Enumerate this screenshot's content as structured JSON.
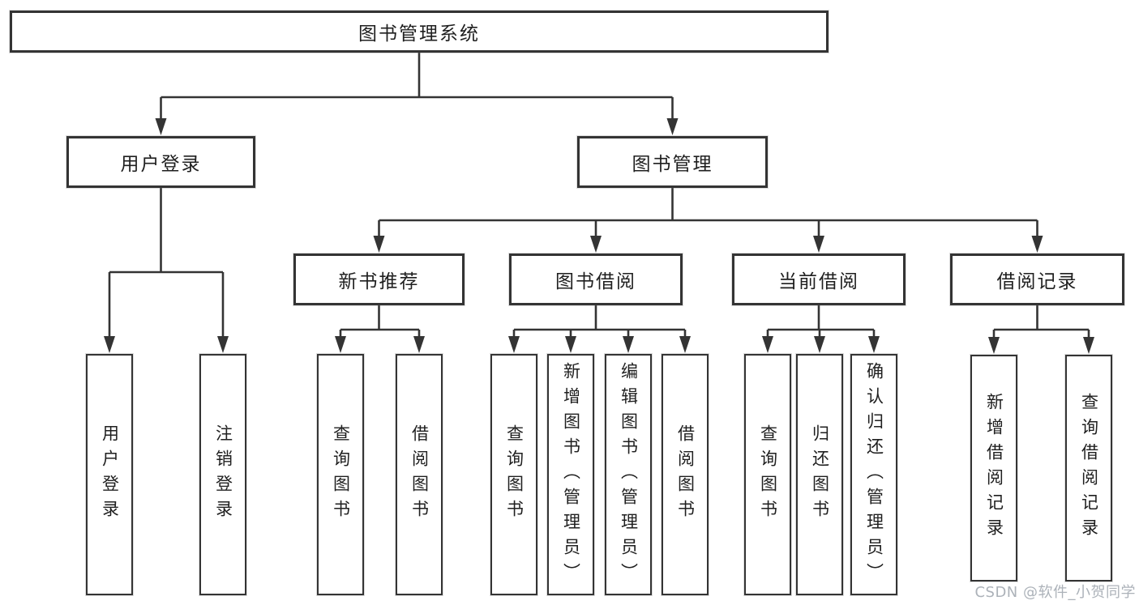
{
  "diagram": {
    "title": "图书管理系统",
    "nodes": [
      {
        "id": "root",
        "label": "图书管理系统",
        "parent": null
      },
      {
        "id": "user-login",
        "label": "用户登录",
        "parent": "root"
      },
      {
        "id": "book-mgmt",
        "label": "图书管理",
        "parent": "root"
      },
      {
        "id": "new-book-rec",
        "label": "新书推荐",
        "parent": "book-mgmt"
      },
      {
        "id": "book-borrowing",
        "label": "图书借阅",
        "parent": "book-mgmt"
      },
      {
        "id": "current-borrowing",
        "label": "当前借阅",
        "parent": "book-mgmt"
      },
      {
        "id": "borrowing-records",
        "label": "借阅记录",
        "parent": "book-mgmt"
      },
      {
        "id": "leaf-user-login",
        "label": "用户登录",
        "parent": "user-login"
      },
      {
        "id": "leaf-logout",
        "label": "注销登录",
        "parent": "user-login"
      },
      {
        "id": "leaf-search-book-rec",
        "label": "查询图书",
        "parent": "new-book-rec"
      },
      {
        "id": "leaf-borrow-book-rec",
        "label": "借阅图书",
        "parent": "new-book-rec"
      },
      {
        "id": "leaf-search-book-bor",
        "label": "查询图书",
        "parent": "book-borrowing"
      },
      {
        "id": "leaf-add-book",
        "label": "新增图书（管理员）",
        "parent": "book-borrowing"
      },
      {
        "id": "leaf-edit-book",
        "label": "编辑图书（管理员）",
        "parent": "book-borrowing"
      },
      {
        "id": "leaf-borrow-book-bor",
        "label": "借阅图书",
        "parent": "book-borrowing"
      },
      {
        "id": "leaf-search-book-cur",
        "label": "查询图书",
        "parent": "current-borrowing"
      },
      {
        "id": "leaf-return-book",
        "label": "归还图书",
        "parent": "current-borrowing"
      },
      {
        "id": "leaf-confirm-return",
        "label": "确认归还（管理员）",
        "parent": "current-borrowing"
      },
      {
        "id": "leaf-add-borrow-record",
        "label": "新增借阅记录",
        "parent": "borrowing-records"
      },
      {
        "id": "leaf-search-borrow-record",
        "label": "查询借阅记录",
        "parent": "borrowing-records"
      }
    ]
  },
  "watermark": {
    "text": "CSDN @软件_小贺同学"
  },
  "colors": {
    "line": "#343434",
    "box_border": "#343434",
    "text": "#1f1f1f",
    "watermark": "#a8aeb5",
    "background": "#ffffff"
  }
}
